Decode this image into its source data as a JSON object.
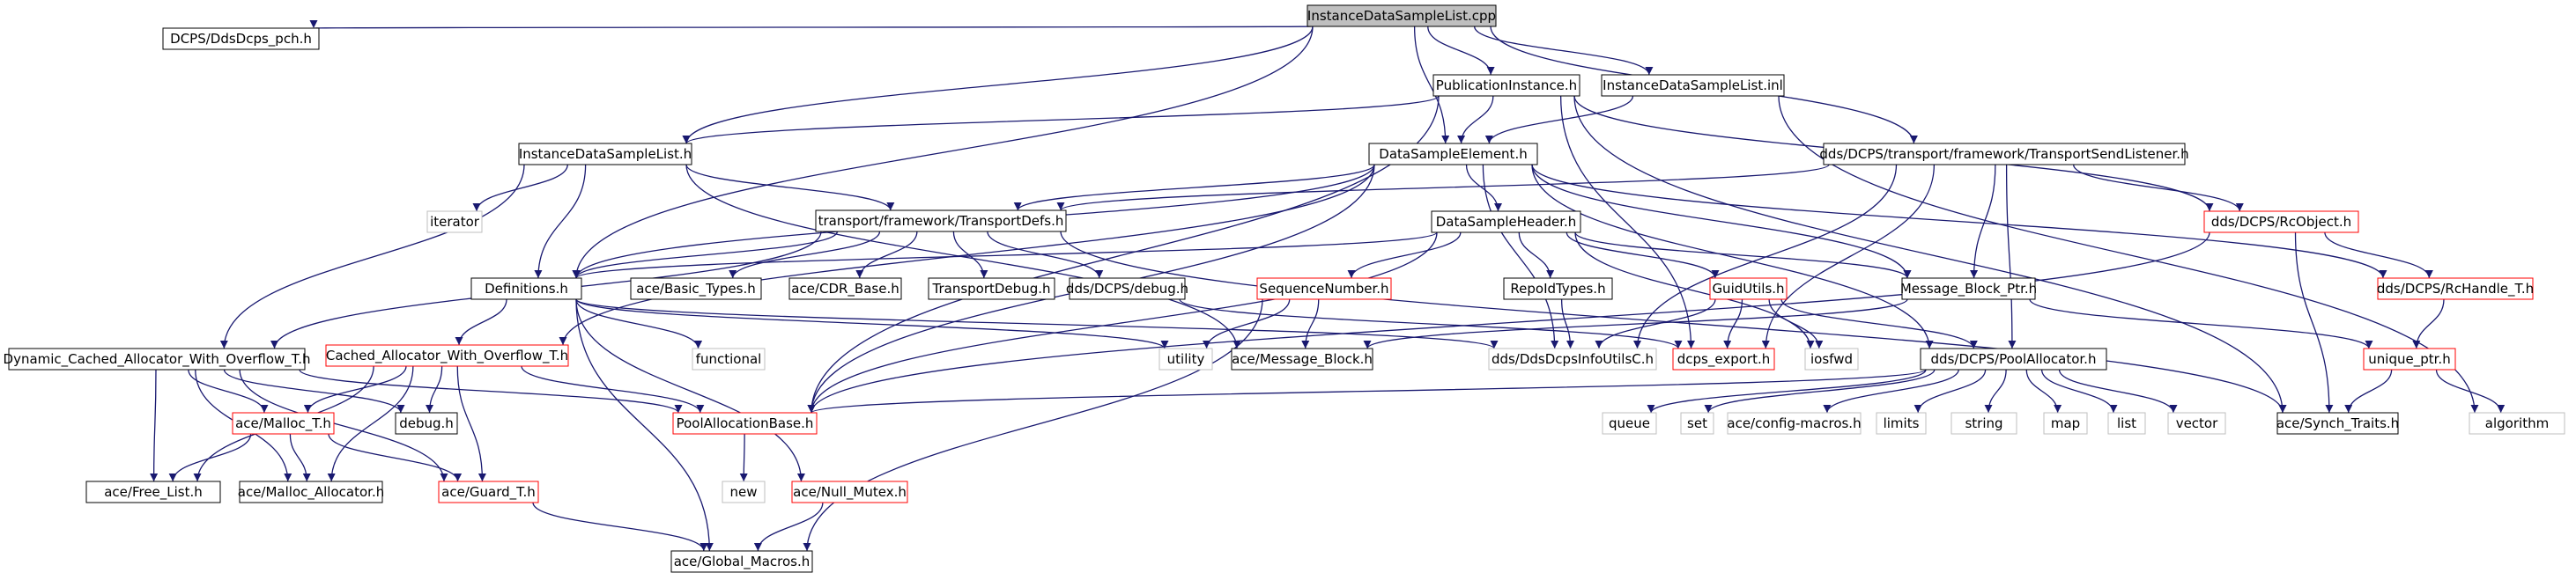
{
  "colors": {
    "edge": "#191970",
    "root_fill": "#bfbfbf",
    "box_border_black": "#000000",
    "box_border_red": "#ff0000",
    "box_border_gray": "#bfbfbf",
    "text_black": "#000000"
  },
  "diagram": {
    "type": "include-dependency-graph",
    "nodes": [
      {
        "id": "root",
        "label": "InstanceDataSampleList.cpp",
        "style": "root"
      },
      {
        "id": "pch",
        "label": "DCPS/DdsDcps_pch.h",
        "style": "black"
      },
      {
        "id": "pubinst",
        "label": "PublicationInstance.h",
        "style": "black"
      },
      {
        "id": "idslinl",
        "label": "InstanceDataSampleList.inl",
        "style": "black"
      },
      {
        "id": "tsl",
        "label": "dds/DCPS/transport/framework/TransportSendListener.h",
        "style": "black"
      },
      {
        "id": "idslh",
        "label": "InstanceDataSampleList.h",
        "style": "black"
      },
      {
        "id": "dse",
        "label": "DataSampleElement.h",
        "style": "black"
      },
      {
        "id": "iterator",
        "label": "iterator",
        "style": "gray"
      },
      {
        "id": "tdefs",
        "label": "transport/framework/TransportDefs.h",
        "style": "black"
      },
      {
        "id": "dsh",
        "label": "DataSampleHeader.h",
        "style": "black"
      },
      {
        "id": "rcobj",
        "label": "dds/DCPS/RcObject.h",
        "style": "red"
      },
      {
        "id": "defs",
        "label": "Definitions.h",
        "style": "black"
      },
      {
        "id": "basic",
        "label": "ace/Basic_Types.h",
        "style": "black"
      },
      {
        "id": "cdr",
        "label": "ace/CDR_Base.h",
        "style": "black"
      },
      {
        "id": "tdebug",
        "label": "TransportDebug.h",
        "style": "black"
      },
      {
        "id": "ddebug",
        "label": "dds/DCPS/debug.h",
        "style": "black"
      },
      {
        "id": "seqnum",
        "label": "SequenceNumber.h",
        "style": "red"
      },
      {
        "id": "repoid",
        "label": "RepoIdTypes.h",
        "style": "black"
      },
      {
        "id": "guid",
        "label": "GuidUtils.h",
        "style": "red"
      },
      {
        "id": "mbp",
        "label": "Message_Block_Ptr.h",
        "style": "black"
      },
      {
        "id": "rch",
        "label": "dds/DCPS/RcHandle_T.h",
        "style": "red"
      },
      {
        "id": "dcao",
        "label": "Dynamic_Cached_Allocator_With_Overflow_T.h",
        "style": "black"
      },
      {
        "id": "cao",
        "label": "Cached_Allocator_With_Overflow_T.h",
        "style": "red"
      },
      {
        "id": "functional",
        "label": "functional",
        "style": "gray"
      },
      {
        "id": "utility",
        "label": "utility",
        "style": "gray"
      },
      {
        "id": "acemb",
        "label": "ace/Message_Block.h",
        "style": "black"
      },
      {
        "id": "infoutils",
        "label": "dds/DdsDcpsInfoUtilsC.h",
        "style": "gray"
      },
      {
        "id": "dcpsexport",
        "label": "dcps_export.h",
        "style": "red"
      },
      {
        "id": "iosfwd",
        "label": "iosfwd",
        "style": "gray"
      },
      {
        "id": "pool",
        "label": "dds/DCPS/PoolAllocator.h",
        "style": "black"
      },
      {
        "id": "uptr",
        "label": "unique_ptr.h",
        "style": "red"
      },
      {
        "id": "debugh",
        "label": "debug.h",
        "style": "black"
      },
      {
        "id": "malloc",
        "label": "ace/Malloc_T.h",
        "style": "red"
      },
      {
        "id": "pab",
        "label": "PoolAllocationBase.h",
        "style": "red"
      },
      {
        "id": "queue",
        "label": "queue",
        "style": "gray"
      },
      {
        "id": "set",
        "label": "set",
        "style": "gray"
      },
      {
        "id": "configm",
        "label": "ace/config-macros.h",
        "style": "gray"
      },
      {
        "id": "limits",
        "label": "limits",
        "style": "gray"
      },
      {
        "id": "string",
        "label": "string",
        "style": "gray"
      },
      {
        "id": "map",
        "label": "map",
        "style": "gray"
      },
      {
        "id": "list",
        "label": "list",
        "style": "gray"
      },
      {
        "id": "vector",
        "label": "vector",
        "style": "gray"
      },
      {
        "id": "synch",
        "label": "ace/Synch_Traits.h",
        "style": "black"
      },
      {
        "id": "algorithm",
        "label": "algorithm",
        "style": "gray"
      },
      {
        "id": "freelist",
        "label": "ace/Free_List.h",
        "style": "black"
      },
      {
        "id": "mallocalloc",
        "label": "ace/Malloc_Allocator.h",
        "style": "black"
      },
      {
        "id": "guard",
        "label": "ace/Guard_T.h",
        "style": "red"
      },
      {
        "id": "new",
        "label": "new",
        "style": "gray"
      },
      {
        "id": "nullmutex",
        "label": "ace/Null_Mutex.h",
        "style": "red"
      },
      {
        "id": "globalmacros",
        "label": "ace/Global_Macros.h",
        "style": "black"
      }
    ],
    "edges": [
      [
        "root",
        "pch"
      ],
      [
        "root",
        "pubinst"
      ],
      [
        "root",
        "idslinl"
      ],
      [
        "root",
        "tsl"
      ],
      [
        "root",
        "idslh"
      ],
      [
        "root",
        "dse"
      ],
      [
        "root",
        "defs"
      ],
      [
        "pubinst",
        "dse"
      ],
      [
        "pubinst",
        "idslh"
      ],
      [
        "pubinst",
        "synch"
      ],
      [
        "pubinst",
        "rcobj"
      ],
      [
        "pubinst",
        "dcpsexport"
      ],
      [
        "pubinst",
        "pab"
      ],
      [
        "idslinl",
        "dse"
      ],
      [
        "idslinl",
        "algorithm"
      ],
      [
        "tsl",
        "tdefs"
      ],
      [
        "tsl",
        "mbp"
      ],
      [
        "tsl",
        "rcobj"
      ],
      [
        "tsl",
        "infoutils"
      ],
      [
        "tsl",
        "dcpsexport"
      ],
      [
        "tsl",
        "pool"
      ],
      [
        "idslh",
        "iterator"
      ],
      [
        "idslh",
        "tdefs"
      ],
      [
        "idslh",
        "defs"
      ],
      [
        "idslh",
        "dcao"
      ],
      [
        "idslh",
        "acemb"
      ],
      [
        "dse",
        "dsh"
      ],
      [
        "dse",
        "tdefs"
      ],
      [
        "dse",
        "defs"
      ],
      [
        "dse",
        "cao"
      ],
      [
        "dse",
        "mbp"
      ],
      [
        "dse",
        "rch"
      ],
      [
        "dse",
        "infoutils"
      ],
      [
        "dse",
        "pool"
      ],
      [
        "dse",
        "pab"
      ],
      [
        "tdefs",
        "defs"
      ],
      [
        "tdefs",
        "basic"
      ],
      [
        "tdefs",
        "cdr"
      ],
      [
        "tdefs",
        "tdebug"
      ],
      [
        "tdefs",
        "ddebug"
      ],
      [
        "tdefs",
        "dcao"
      ],
      [
        "tdefs",
        "synch"
      ],
      [
        "dsh",
        "defs"
      ],
      [
        "dsh",
        "seqnum"
      ],
      [
        "dsh",
        "repoid"
      ],
      [
        "dsh",
        "guid"
      ],
      [
        "dsh",
        "mbp"
      ],
      [
        "dsh",
        "iosfwd"
      ],
      [
        "dsh",
        "pab"
      ],
      [
        "rcobj",
        "rch"
      ],
      [
        "rcobj",
        "synch"
      ],
      [
        "rcobj",
        "pab"
      ],
      [
        "rch",
        "uptr"
      ],
      [
        "defs",
        "cao"
      ],
      [
        "defs",
        "functional"
      ],
      [
        "defs",
        "utility"
      ],
      [
        "defs",
        "infoutils"
      ],
      [
        "defs",
        "nullmutex"
      ],
      [
        "defs",
        "globalmacros"
      ],
      [
        "ddebug",
        "dcpsexport"
      ],
      [
        "seqnum",
        "utility"
      ],
      [
        "seqnum",
        "acemb"
      ],
      [
        "seqnum",
        "globalmacros"
      ],
      [
        "repoid",
        "infoutils"
      ],
      [
        "guid",
        "infoutils"
      ],
      [
        "guid",
        "dcpsexport"
      ],
      [
        "guid",
        "iosfwd"
      ],
      [
        "guid",
        "pool"
      ],
      [
        "mbp",
        "acemb"
      ],
      [
        "mbp",
        "uptr"
      ],
      [
        "dcao",
        "pab"
      ],
      [
        "dcao",
        "debugh"
      ],
      [
        "dcao",
        "malloc"
      ],
      [
        "dcao",
        "freelist"
      ],
      [
        "dcao",
        "mallocalloc"
      ],
      [
        "dcao",
        "guard"
      ],
      [
        "cao",
        "debugh"
      ],
      [
        "cao",
        "malloc"
      ],
      [
        "cao",
        "freelist"
      ],
      [
        "cao",
        "mallocalloc"
      ],
      [
        "cao",
        "guard"
      ],
      [
        "cao",
        "pab"
      ],
      [
        "malloc",
        "freelist"
      ],
      [
        "malloc",
        "mallocalloc"
      ],
      [
        "malloc",
        "guard"
      ],
      [
        "pab",
        "new"
      ],
      [
        "pool",
        "queue"
      ],
      [
        "pool",
        "set"
      ],
      [
        "pool",
        "configm"
      ],
      [
        "pool",
        "limits"
      ],
      [
        "pool",
        "string"
      ],
      [
        "pool",
        "map"
      ],
      [
        "pool",
        "list"
      ],
      [
        "pool",
        "vector"
      ],
      [
        "pool",
        "pab"
      ],
      [
        "uptr",
        "synch"
      ],
      [
        "uptr",
        "algorithm"
      ],
      [
        "guard",
        "globalmacros"
      ],
      [
        "nullmutex",
        "globalmacros"
      ]
    ]
  }
}
